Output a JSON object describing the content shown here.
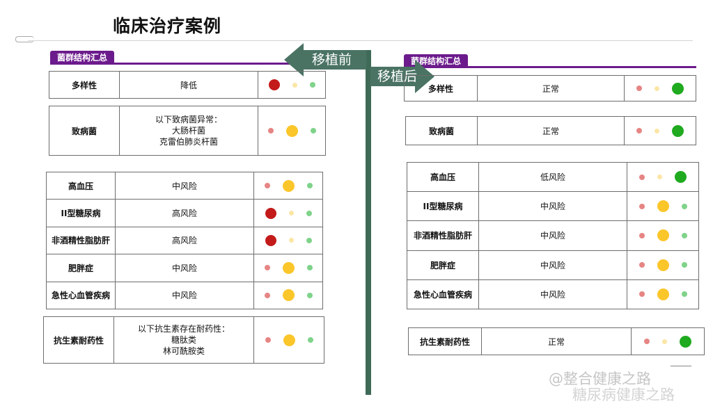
{
  "title": "临床治疗案例",
  "section_tag": "菌群结构汇总",
  "arrow_before": "移植前",
  "arrow_after": "移植后",
  "before": {
    "diversity": {
      "label": "多样性",
      "value": "降低",
      "level": "red"
    },
    "pathogen": {
      "label": "致病菌",
      "lines": [
        "以下致病菌异常：",
        "大肠杆菌",
        "克雷伯肺炎杆菌"
      ],
      "level": "yellow"
    },
    "diseases": [
      {
        "label": "高血压",
        "value": "中风险",
        "level": "yellow"
      },
      {
        "label": "II型糖尿病",
        "value": "高风险",
        "level": "red"
      },
      {
        "label": "非酒精性脂肪肝",
        "value": "高风险",
        "level": "red"
      },
      {
        "label": "肥胖症",
        "value": "中风险",
        "level": "yellow"
      },
      {
        "label": "急性心血管疾病",
        "value": "中风险",
        "level": "yellow"
      }
    ],
    "resistance": {
      "label": "抗生素耐药性",
      "lines": [
        "以下抗生素存在耐药性：",
        "糖肽类",
        "林可酰胺类"
      ],
      "level": "yellow"
    }
  },
  "after": {
    "diversity": {
      "label": "多样性",
      "value": "正常",
      "level": "green"
    },
    "pathogen": {
      "label": "致病菌",
      "value": "正常",
      "level": "green"
    },
    "diseases": [
      {
        "label": "高血压",
        "value": "低风险",
        "level": "green"
      },
      {
        "label": "II型糖尿病",
        "value": "中风险",
        "level": "yellow"
      },
      {
        "label": "非酒精性脂肪肝",
        "value": "中风险",
        "level": "yellow"
      },
      {
        "label": "肥胖症",
        "value": "中风险",
        "level": "yellow"
      },
      {
        "label": "急性心血管疾病",
        "value": "中风险",
        "level": "yellow"
      }
    ],
    "resistance": {
      "label": "抗生素耐药性",
      "value": "正常",
      "level": "green"
    }
  },
  "level_colors": {
    "red": "#c31a1a",
    "yellow": "#fbc62a",
    "green": "#1faa1f"
  },
  "watermark_line1": "@整合健康之路",
  "watermark_line2": "糖尿病健康之路"
}
